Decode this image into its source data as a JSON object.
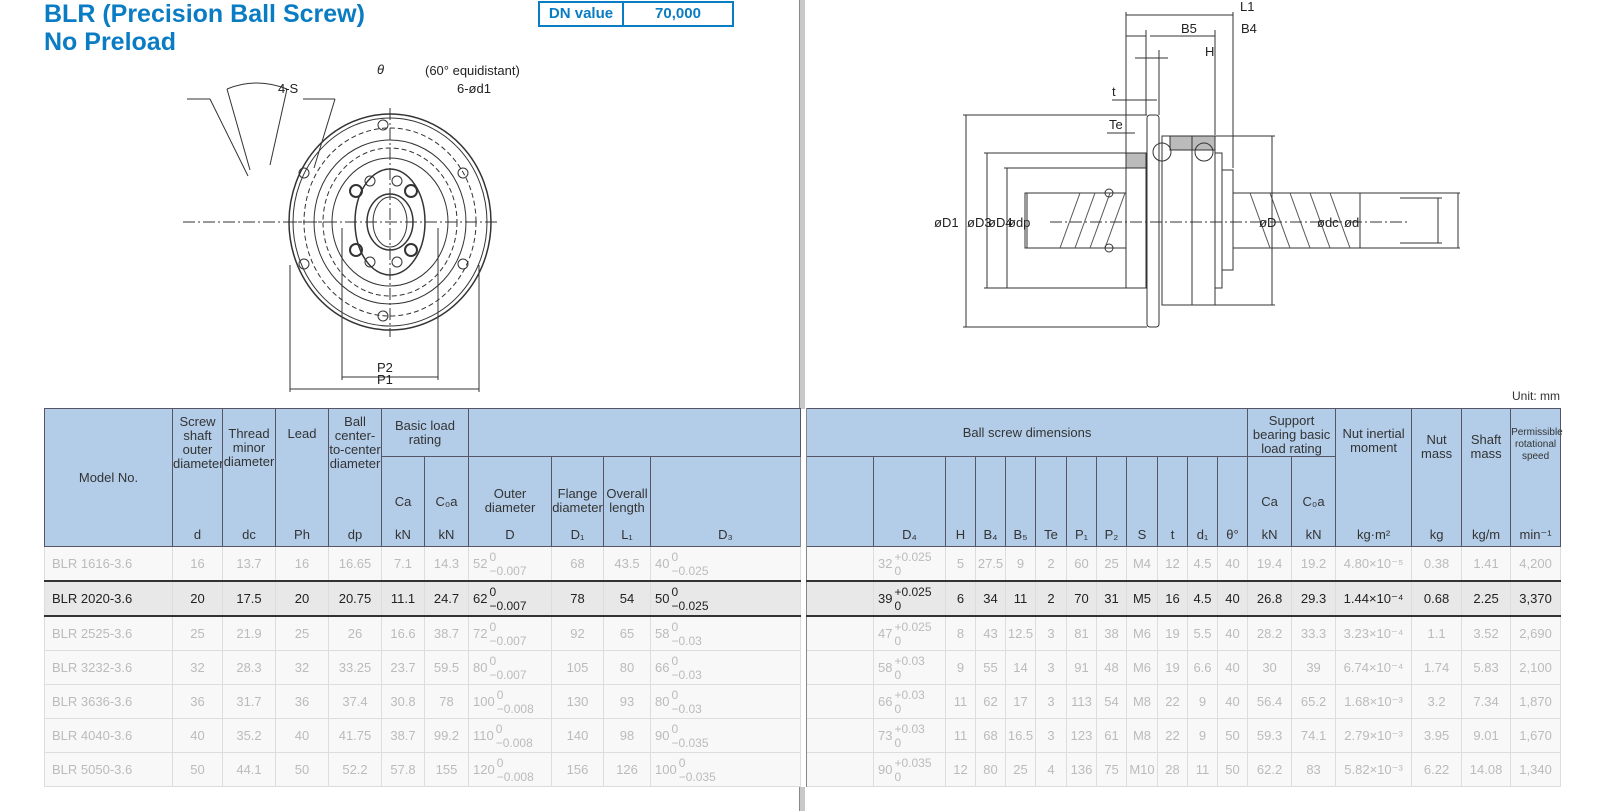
{
  "title": {
    "line1": "BLR (Precision Ball Screw)",
    "line2": "No Preload"
  },
  "dn": {
    "label": "DN value",
    "value": "70,000"
  },
  "front_view": {
    "theta": "θ",
    "equidistant": "(60° equidistant)",
    "holes_s": "4-S",
    "holes_d1": "6-ød1",
    "p2": "P2",
    "p1": "P1"
  },
  "side_view": {
    "l1": "L1",
    "b5": "B5",
    "b4": "B4",
    "h": "H",
    "t": "t",
    "te": "Te",
    "d1": "øD1",
    "d3": "øD3",
    "d4": "øD4",
    "dp": "ødp",
    "D": "øD",
    "dc": "ødc",
    "d": "ød"
  },
  "unit": "Unit: mm",
  "header": {
    "model": "Model No.",
    "d": {
      "label": "Screw shaft outer diameter",
      "unit": "d"
    },
    "dc": {
      "label": "Thread minor diameter",
      "unit": "dc"
    },
    "ph": {
      "label": "Lead",
      "unit": "Ph"
    },
    "dp": {
      "label": "Ball center-to-center diameter",
      "unit": "dp"
    },
    "basic_load": "Basic load rating",
    "ca": {
      "label": "Ca",
      "unit": "kN"
    },
    "c0a": {
      "label": "C₀a",
      "unit": "kN"
    },
    "D": {
      "label": "Outer diameter",
      "unit": "D"
    },
    "D1": {
      "label": "Flange diameter",
      "unit": "D₁"
    },
    "L1": {
      "label": "Overall length",
      "unit": "L₁"
    },
    "D3": {
      "unit": "D₃"
    },
    "ball_screw_dims": "Ball screw dimensions",
    "D4": "D₄",
    "H": "H",
    "B4": "B₄",
    "B5": "B₅",
    "Te": "Te",
    "P1": "P₁",
    "P2": "P₂",
    "S": "S",
    "t": "t",
    "d1": "d₁",
    "theta": "θ°",
    "support": "Support bearing basic load rating",
    "sca": {
      "label": "Ca",
      "unit": "kN"
    },
    "sc0a": {
      "label": "C₀a",
      "unit": "kN"
    },
    "inertia": {
      "label": "Nut inertial moment",
      "unit": "kg·m²"
    },
    "nut_mass": {
      "label": "Nut mass",
      "unit": "kg"
    },
    "shaft_mass": {
      "label": "Shaft mass",
      "unit": "kg/m"
    },
    "speed": {
      "label": "Permissible rotational speed",
      "unit": "min⁻¹"
    }
  },
  "rows": [
    {
      "model": "BLR 1616-3.6",
      "d": "16",
      "dc": "13.7",
      "ph": "16",
      "dp": "16.65",
      "ca": "7.1",
      "c0a": "14.3",
      "D": {
        "v": "52",
        "up": "0",
        "lo": "−0.007"
      },
      "D1": "68",
      "L1": "43.5",
      "D3": {
        "v": "40",
        "up": "0",
        "lo": "−0.025"
      },
      "D4": {
        "v": "32",
        "up": "+0.025",
        "lo": "0"
      },
      "H": "5",
      "B4": "27.5",
      "B5": "9",
      "Te": "2",
      "P1": "60",
      "P2": "25",
      "S": "M4",
      "t": "12",
      "d1": "4.5",
      "theta": "40",
      "sca": "19.4",
      "sc0a": "19.2",
      "inertia": "4.80×10⁻⁵",
      "nut_mass": "0.38",
      "shaft_mass": "1.41",
      "speed": "4,200",
      "highlight": false
    },
    {
      "model": "BLR 2020-3.6",
      "d": "20",
      "dc": "17.5",
      "ph": "20",
      "dp": "20.75",
      "ca": "11.1",
      "c0a": "24.7",
      "D": {
        "v": "62",
        "up": "0",
        "lo": "−0.007"
      },
      "D1": "78",
      "L1": "54",
      "D3": {
        "v": "50",
        "up": "0",
        "lo": "−0.025"
      },
      "D4": {
        "v": "39",
        "up": "+0.025",
        "lo": "0"
      },
      "H": "6",
      "B4": "34",
      "B5": "11",
      "Te": "2",
      "P1": "70",
      "P2": "31",
      "S": "M5",
      "t": "16",
      "d1": "4.5",
      "theta": "40",
      "sca": "26.8",
      "sc0a": "29.3",
      "inertia": "1.44×10⁻⁴",
      "nut_mass": "0.68",
      "shaft_mass": "2.25",
      "speed": "3,370",
      "highlight": true
    },
    {
      "model": "BLR 2525-3.6",
      "d": "25",
      "dc": "21.9",
      "ph": "25",
      "dp": "26",
      "ca": "16.6",
      "c0a": "38.7",
      "D": {
        "v": "72",
        "up": "0",
        "lo": "−0.007"
      },
      "D1": "92",
      "L1": "65",
      "D3": {
        "v": "58",
        "up": "0",
        "lo": "−0.03"
      },
      "D4": {
        "v": "47",
        "up": "+0.025",
        "lo": "0"
      },
      "H": "8",
      "B4": "43",
      "B5": "12.5",
      "Te": "3",
      "P1": "81",
      "P2": "38",
      "S": "M6",
      "t": "19",
      "d1": "5.5",
      "theta": "40",
      "sca": "28.2",
      "sc0a": "33.3",
      "inertia": "3.23×10⁻⁴",
      "nut_mass": "1.1",
      "shaft_mass": "3.52",
      "speed": "2,690",
      "highlight": false
    },
    {
      "model": "BLR 3232-3.6",
      "d": "32",
      "dc": "28.3",
      "ph": "32",
      "dp": "33.25",
      "ca": "23.7",
      "c0a": "59.5",
      "D": {
        "v": "80",
        "up": "0",
        "lo": "−0.007"
      },
      "D1": "105",
      "L1": "80",
      "D3": {
        "v": "66",
        "up": "0",
        "lo": "−0.03"
      },
      "D4": {
        "v": "58",
        "up": "+0.03",
        "lo": "0"
      },
      "H": "9",
      "B4": "55",
      "B5": "14",
      "Te": "3",
      "P1": "91",
      "P2": "48",
      "S": "M6",
      "t": "19",
      "d1": "6.6",
      "theta": "40",
      "sca": "30",
      "sc0a": "39",
      "inertia": "6.74×10⁻⁴",
      "nut_mass": "1.74",
      "shaft_mass": "5.83",
      "speed": "2,100",
      "highlight": false
    },
    {
      "model": "BLR 3636-3.6",
      "d": "36",
      "dc": "31.7",
      "ph": "36",
      "dp": "37.4",
      "ca": "30.8",
      "c0a": "78",
      "D": {
        "v": "100",
        "up": "0",
        "lo": "−0.008"
      },
      "D1": "130",
      "L1": "93",
      "D3": {
        "v": "80",
        "up": "0",
        "lo": "−0.03"
      },
      "D4": {
        "v": "66",
        "up": "+0.03",
        "lo": "0"
      },
      "H": "11",
      "B4": "62",
      "B5": "17",
      "Te": "3",
      "P1": "113",
      "P2": "54",
      "S": "M8",
      "t": "22",
      "d1": "9",
      "theta": "40",
      "sca": "56.4",
      "sc0a": "65.2",
      "inertia": "1.68×10⁻³",
      "nut_mass": "3.2",
      "shaft_mass": "7.34",
      "speed": "1,870",
      "highlight": false
    },
    {
      "model": "BLR 4040-3.6",
      "d": "40",
      "dc": "35.2",
      "ph": "40",
      "dp": "41.75",
      "ca": "38.7",
      "c0a": "99.2",
      "D": {
        "v": "110",
        "up": "0",
        "lo": "−0.008"
      },
      "D1": "140",
      "L1": "98",
      "D3": {
        "v": "90",
        "up": "0",
        "lo": "−0.035"
      },
      "D4": {
        "v": "73",
        "up": "+0.03",
        "lo": "0"
      },
      "H": "11",
      "B4": "68",
      "B5": "16.5",
      "Te": "3",
      "P1": "123",
      "P2": "61",
      "S": "M8",
      "t": "22",
      "d1": "9",
      "theta": "50",
      "sca": "59.3",
      "sc0a": "74.1",
      "inertia": "2.79×10⁻³",
      "nut_mass": "3.95",
      "shaft_mass": "9.01",
      "speed": "1,670",
      "highlight": false
    },
    {
      "model": "BLR 5050-3.6",
      "d": "50",
      "dc": "44.1",
      "ph": "50",
      "dp": "52.2",
      "ca": "57.8",
      "c0a": "155",
      "D": {
        "v": "120",
        "up": "0",
        "lo": "−0.008"
      },
      "D1": "156",
      "L1": "126",
      "D3": {
        "v": "100",
        "up": "0",
        "lo": "−0.035"
      },
      "D4": {
        "v": "90",
        "up": "+0.035",
        "lo": "0"
      },
      "H": "12",
      "B4": "80",
      "B5": "25",
      "Te": "4",
      "P1": "136",
      "P2": "75",
      "S": "M10",
      "t": "28",
      "d1": "11",
      "theta": "50",
      "sca": "62.2",
      "sc0a": "83",
      "inertia": "5.82×10⁻³",
      "nut_mass": "6.22",
      "shaft_mass": "14.08",
      "speed": "1,340",
      "highlight": false
    }
  ]
}
